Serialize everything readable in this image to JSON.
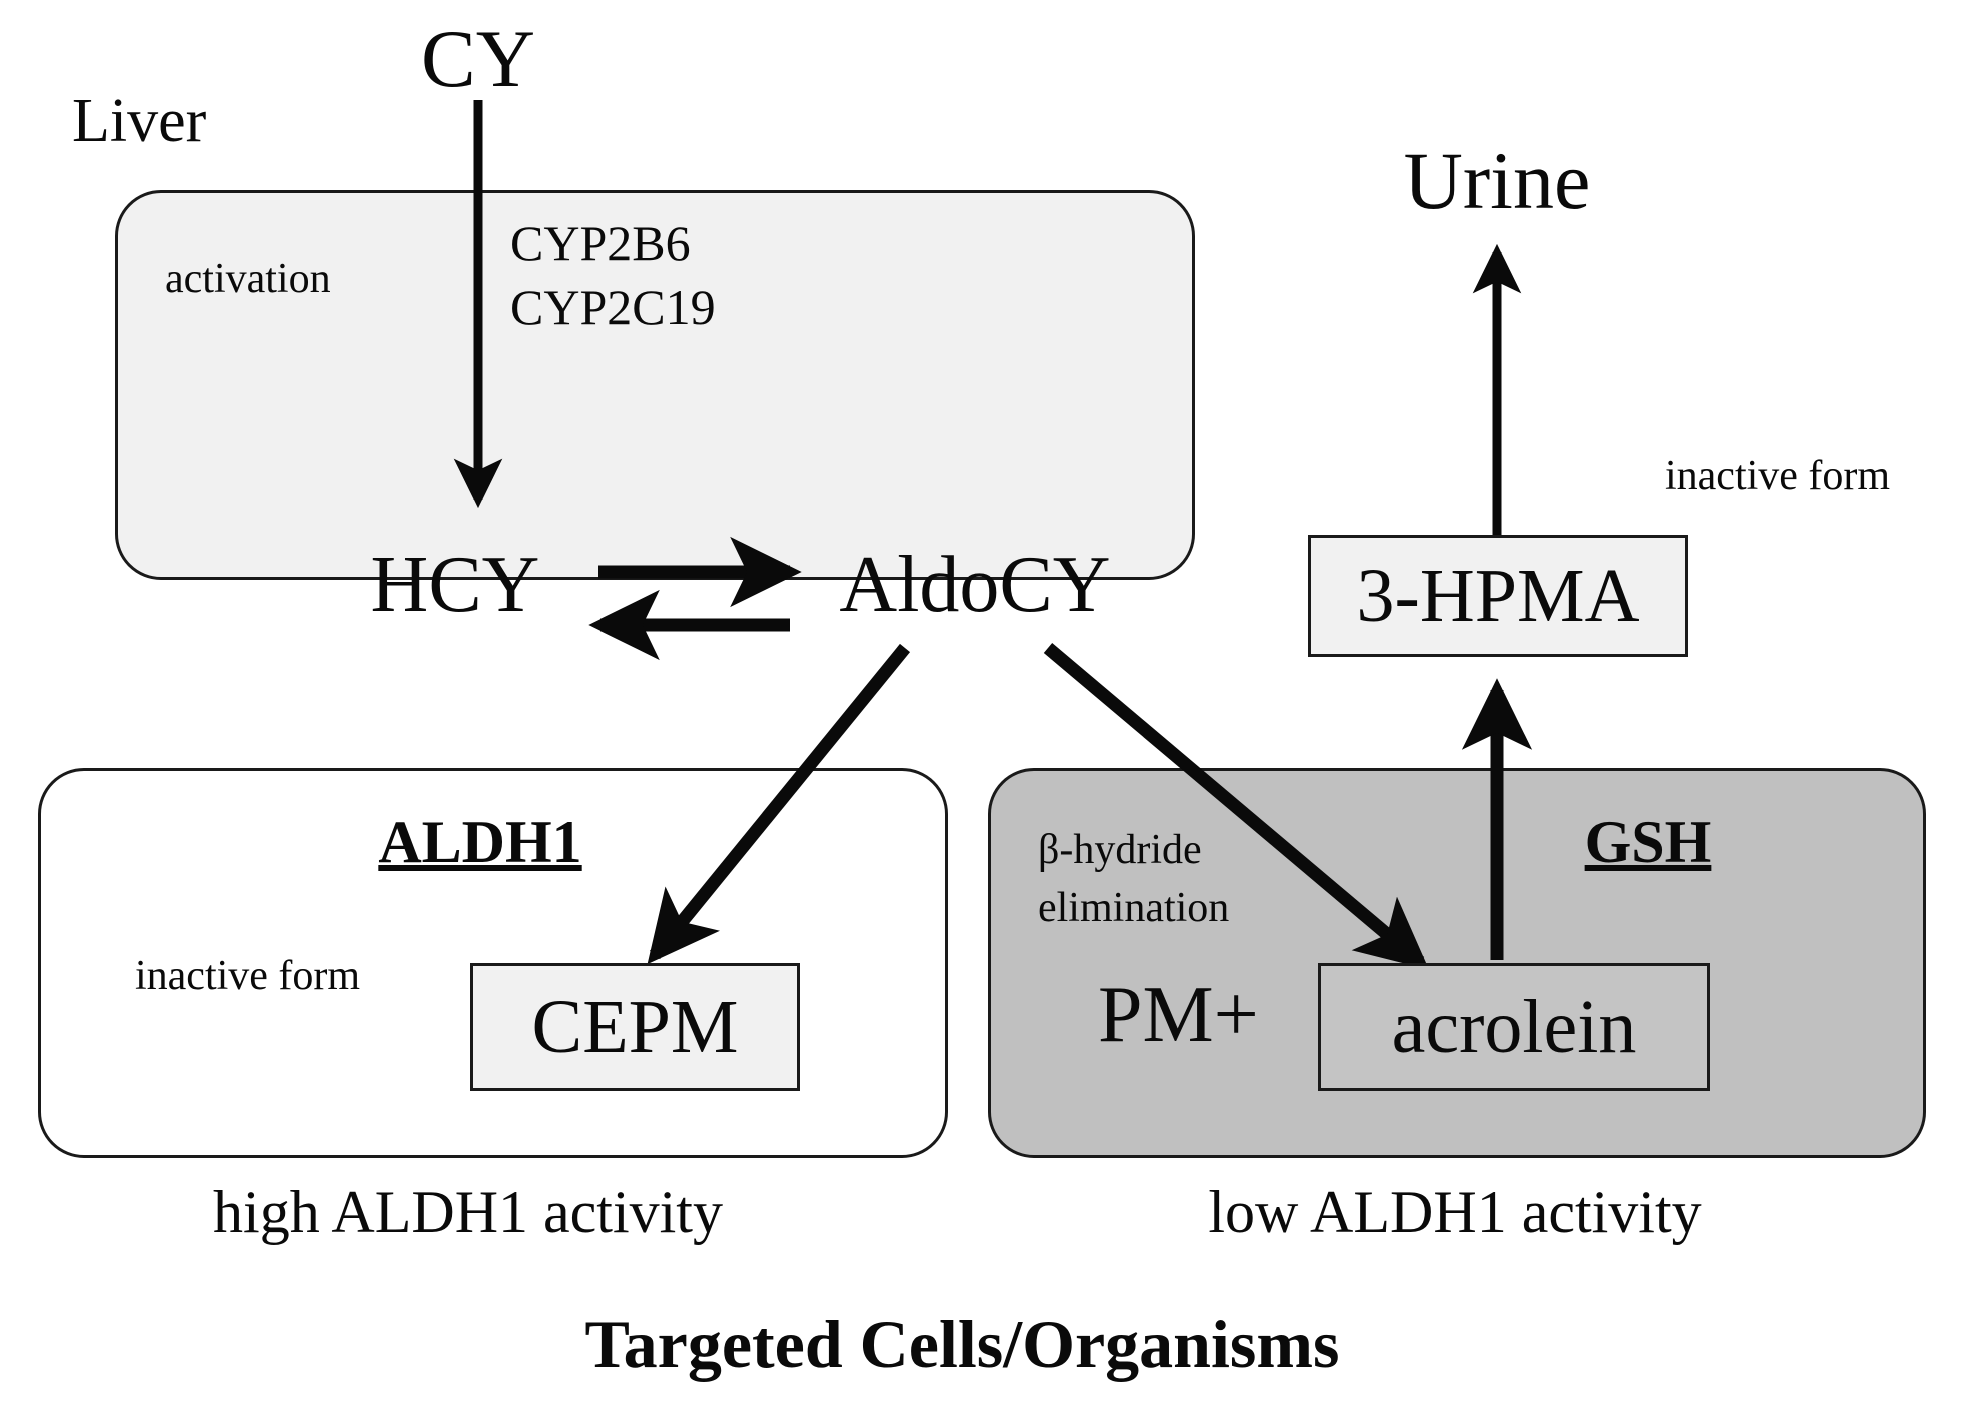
{
  "diagram": {
    "title": "Targeted Cells/Organisms",
    "compartments": {
      "liver": {
        "label": "Liver"
      },
      "left_cell": {
        "caption": "high ALDH1  activity",
        "marker": "ALDH1",
        "note": "inactive form"
      },
      "right_cell": {
        "caption": "low ALDH1  activity",
        "marker": "GSH",
        "note": "β-hydride\nelimination"
      }
    },
    "nodes": {
      "cy": "CY",
      "hcy": "HCY",
      "aldocy": "AldoCY",
      "cepm": "CEPM",
      "pm_plus": "PM+",
      "acrolein": "acrolein",
      "hpma": "3-HPMA",
      "urine": "Urine"
    },
    "labels": {
      "activation": "activation",
      "enzyme_line1": "CYP2B6",
      "enzyme_line2": "CYP2C19",
      "beta_line1": "β-hydride",
      "beta_line2": "elimination",
      "inactive_left": "inactive form",
      "inactive_right": "inactive form"
    },
    "colors": {
      "stroke": "#1a1a1a",
      "liver_fill": "#f1f1f1",
      "left_cell_fill": "#ffffff",
      "right_cell_fill": "#c0c0c0",
      "box_fill": "#f1f1f1",
      "acrolein_fill": "#c4c4c4",
      "text": "#0a0a0a"
    }
  },
  "chart_data": {
    "type": "diagram",
    "title": "Targeted Cells/Organisms",
    "description": "Cyclophosphamide (CY) metabolism pathway diagram",
    "nodes": [
      {
        "id": "CY",
        "label": "CY",
        "container": "none"
      },
      {
        "id": "HCY",
        "label": "HCY",
        "container": "liver"
      },
      {
        "id": "AldoCY",
        "label": "AldoCY",
        "container": "liver"
      },
      {
        "id": "CEPM",
        "label": "CEPM",
        "container": "left_cell",
        "boxed": true
      },
      {
        "id": "PM+",
        "label": "PM+",
        "container": "right_cell"
      },
      {
        "id": "acrolein",
        "label": "acrolein",
        "container": "right_cell",
        "boxed": true
      },
      {
        "id": "3-HPMA",
        "label": "3-HPMA",
        "container": "none",
        "boxed": true
      },
      {
        "id": "Urine",
        "label": "Urine",
        "container": "none"
      }
    ],
    "edges": [
      {
        "from": "CY",
        "to": "HCY",
        "label": "activation / CYP2B6, CYP2C19",
        "type": "arrow"
      },
      {
        "from": "HCY",
        "to": "AldoCY",
        "type": "arrow"
      },
      {
        "from": "AldoCY",
        "to": "HCY",
        "type": "arrow"
      },
      {
        "from": "AldoCY",
        "to": "CEPM",
        "type": "arrow"
      },
      {
        "from": "AldoCY",
        "to": "acrolein",
        "type": "arrow",
        "label": "β-hydride elimination"
      },
      {
        "from": "acrolein",
        "to": "3-HPMA",
        "type": "arrow",
        "label": "GSH"
      },
      {
        "from": "3-HPMA",
        "to": "Urine",
        "type": "arrow"
      }
    ],
    "annotations": [
      "Liver",
      "activation",
      "CYP2B6",
      "CYP2C19",
      "ALDH1",
      "inactive form",
      "high ALDH1  activity",
      "β-hydride elimination",
      "GSH",
      "inactive form",
      "low ALDH1  activity",
      "Targeted Cells/Organisms"
    ]
  }
}
